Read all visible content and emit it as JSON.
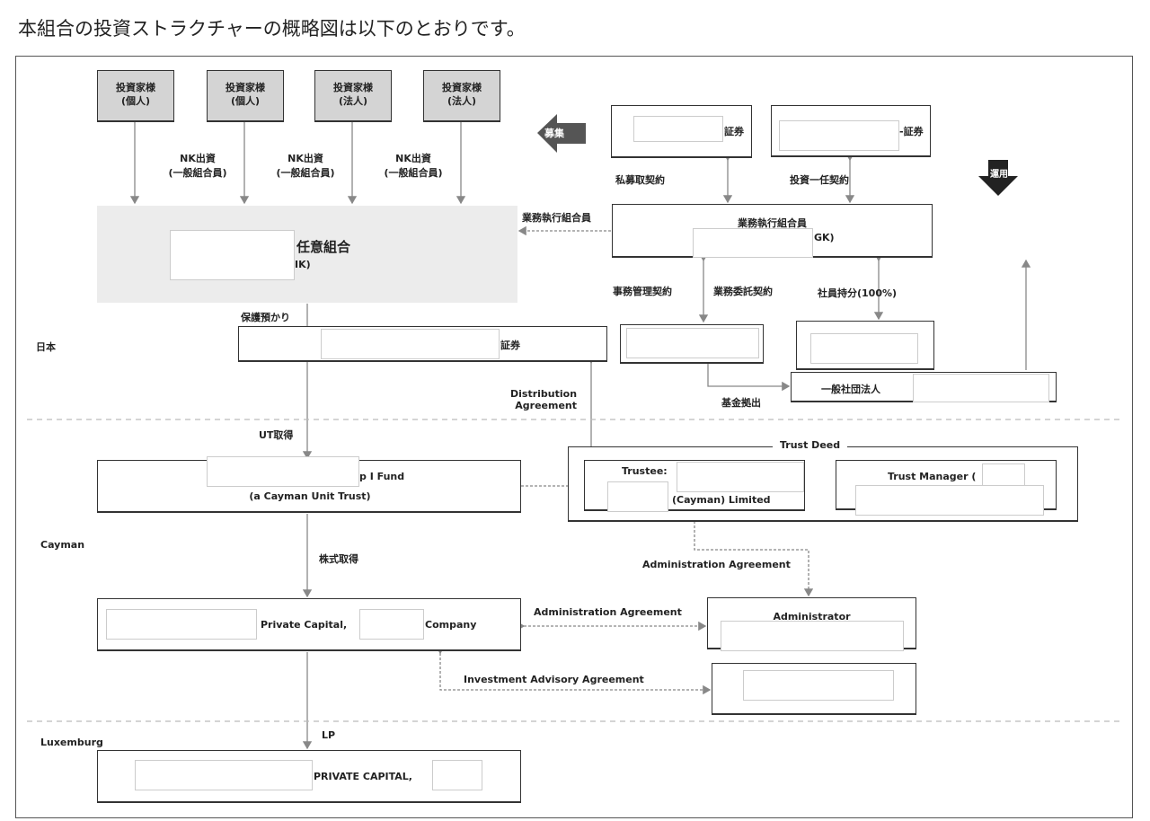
{
  "title": "本組合の投資ストラクチャーの概略図は以下のとおりです。",
  "investors": [
    {
      "l1": "投資家様",
      "l2": "(個人)"
    },
    {
      "l1": "投資家様",
      "l2": "(個人)"
    },
    {
      "l1": "投資家様",
      "l2": "(法人)"
    },
    {
      "l1": "投資家様",
      "l2": "(法人)"
    }
  ],
  "nk": {
    "l1": "NK出資",
    "l2": "(一般組合員)"
  },
  "partnership": {
    "name": "任意組合",
    "suffix": "IK)"
  },
  "recruit": "募集",
  "operate": "運用",
  "securities1": "証券",
  "securities2": "-証券",
  "labels": {
    "private_placement": "私募取契約",
    "discretionary": "投資一任契約",
    "gp_arrow": "業務執行組合員",
    "admin_mgmt": "事務管理契約",
    "outsourcing": "業務委託契約",
    "equity": "社員持分(100%)",
    "custody": "保護預かり",
    "distribution1": "Distribution",
    "distribution2": "Agreement",
    "fund_contribution": "基金拠出",
    "ut": "UT取得",
    "shares": "株式取得",
    "admin_agreement": "Administration Agreement",
    "admin_agreement2": "Administration Agreement",
    "advisory": "Investment Advisory Agreement",
    "lp": "LP"
  },
  "gp": {
    "title": "業務執行組合員",
    "suffix": "GK)"
  },
  "custodian": "証券",
  "assoc": "一般社団法人",
  "regions": {
    "japan": "日本",
    "cayman": "Cayman",
    "lux": "Luxemburg"
  },
  "fund": {
    "l1": "p I Fund",
    "l2": "(a Cayman Unit Trust)"
  },
  "trust_deed": "Trust Deed",
  "trustee": {
    "l1": "Trustee:",
    "l2": "(Cayman) Limited"
  },
  "trust_manager": "Trust Manager (",
  "company": {
    "mid": "Private Capital,",
    "end": "Company"
  },
  "administrator": "Administrator",
  "lux_entity": "PRIVATE CAPITAL,"
}
